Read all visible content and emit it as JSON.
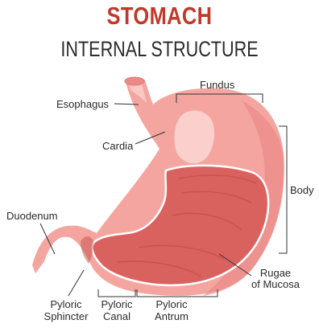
{
  "title": "STOMACH",
  "subtitle": "INTERNAL STRUCTURE",
  "colors": {
    "title": "#c0392b",
    "outer_wall": "#f4a5a0",
    "outer_shade": "#e98a86",
    "highlight": "#fbd0cc",
    "mucosa": "#d9625e",
    "mucosa_dark": "#c44d4a",
    "line": "#333333"
  },
  "labels": {
    "esophagus": "Esophagus",
    "cardia": "Cardia",
    "fundus": "Fundus",
    "body": "Body",
    "duodenum": "Duodenum",
    "rugae_line1": "Rugae",
    "rugae_line2": "of Mucosa",
    "pyloric_sphincter_line1": "Pyloric",
    "pyloric_sphincter_line2": "Sphincter",
    "pyloric_canal_line1": "Pyloric",
    "pyloric_canal_line2": "Canal",
    "pyloric_antrum_line1": "Pyloric",
    "pyloric_antrum_line2": "Antrum"
  }
}
